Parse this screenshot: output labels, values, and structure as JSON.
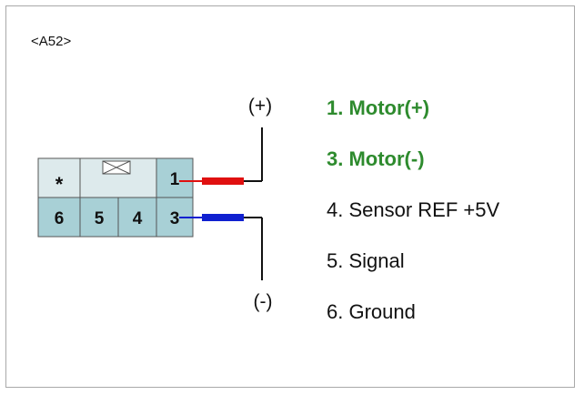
{
  "connector": {
    "id": "<A52>",
    "cells": {
      "star": "*",
      "pin1": "1",
      "pin3": "3",
      "pin4": "4",
      "pin5": "5",
      "pin6": "6"
    }
  },
  "polarity": {
    "plus": "(+)",
    "minus": "(-)"
  },
  "pins": [
    {
      "label": "1. Motor(+)",
      "color": "#2e8b2e"
    },
    {
      "label": "3. Motor(-)",
      "color": "#2e8b2e"
    },
    {
      "label": "4. Sensor REF +5V",
      "color": "#111111"
    },
    {
      "label": "5. Signal",
      "color": "#111111"
    },
    {
      "label": "6. Ground",
      "color": "#111111"
    }
  ],
  "colors": {
    "connector_fill": "#a8d0d6",
    "connector_top_fill": "#ddeaec",
    "connector_border": "#555555",
    "wire_positive": "#e01010",
    "wire_negative": "#1020d0",
    "lead": "#111111"
  }
}
